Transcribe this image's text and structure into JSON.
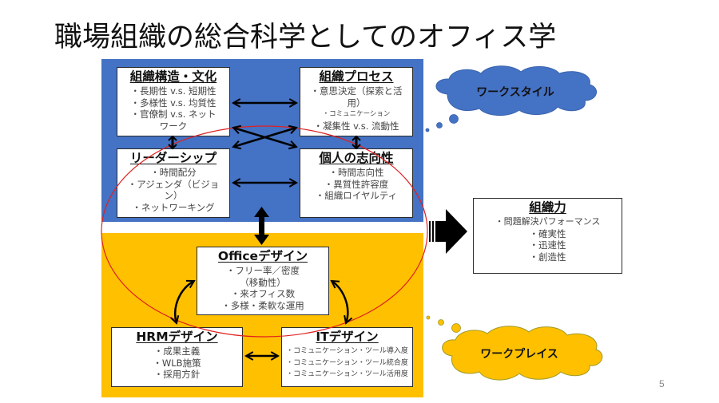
{
  "title": "職場組織の総合科学としてのオフィス学",
  "page_number": "5",
  "colors": {
    "blue_region": "#4472C4",
    "yellow_region": "#FFC000",
    "ellipse": "#E02020",
    "arrow": "#000000"
  },
  "boxes": {
    "org_structure": {
      "title": "組織構造・文化",
      "items": [
        "・長期性 v.s. 短期性",
        "・多様性 v.s. 均質性",
        "・官僚制 v.s. ネットワーク"
      ]
    },
    "org_process": {
      "title": "組織プロセス",
      "items": [
        "・意思決定（探索と活用）",
        "・コミュニケーション",
        "・凝集性 v.s. 流動性"
      ]
    },
    "leadership": {
      "title": "リーダーシップ",
      "items": [
        "・時間配分",
        "・アジェンダ（ビジョン）",
        "・ネットワーキング"
      ]
    },
    "individual": {
      "title": "個人の志向性",
      "items": [
        "・時間志向性",
        "・異質性許容度",
        "・組織ロイヤルティ"
      ]
    },
    "office_design": {
      "title": "Officeデザイン",
      "items": [
        "・フリー率／密度",
        "（移動性）",
        "・来オフィス数",
        "・多様・柔軟な運用"
      ]
    },
    "hrm_design": {
      "title": "HRMデザイン",
      "items": [
        "・成果主義",
        "・WLB施策",
        "・採用方針"
      ]
    },
    "it_design": {
      "title": "ITデザイン",
      "items": [
        "・コミュニケーション・ツール導入度",
        "・コミュニケーション・ツール統合度",
        "・コミュニケーション・ツール活用度"
      ]
    },
    "org_power": {
      "title": "組織力",
      "items": [
        "・問題解決パフォーマンス",
        "・確実性",
        "・迅速性",
        "・創造性"
      ]
    }
  },
  "clouds": {
    "workstyle": {
      "label": "ワークスタイル",
      "color": "#4472C4",
      "stroke": "#3A63AD"
    },
    "workplace": {
      "label": "ワークプレイス",
      "color": "#FFC000",
      "stroke": "#9C9A2A"
    }
  }
}
